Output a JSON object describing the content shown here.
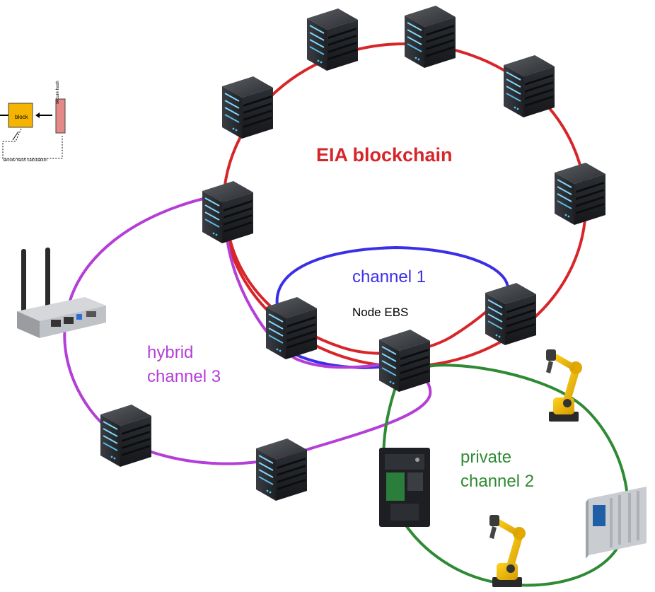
{
  "colors": {
    "blockchain": "#d7262a",
    "channel1": "#3a2fe6",
    "hybrid": "#b43fd6",
    "private": "#2e8a33"
  },
  "labels": {
    "blockchain": "EIA blockchain",
    "channel1": "channel 1",
    "node": "Node EBS",
    "hybrid_line1": "hybrid",
    "hybrid_line2": "channel 3",
    "private_line1": "private",
    "private_line2": "channel 2"
  },
  "inset": {
    "block": "block",
    "hash": "secure hash",
    "caption": "secure hash calculation"
  },
  "icons": [
    "server-icon",
    "iot-gateway-icon",
    "industrial-robot-icon",
    "plc-controller-icon",
    "drive-controller-icon"
  ]
}
